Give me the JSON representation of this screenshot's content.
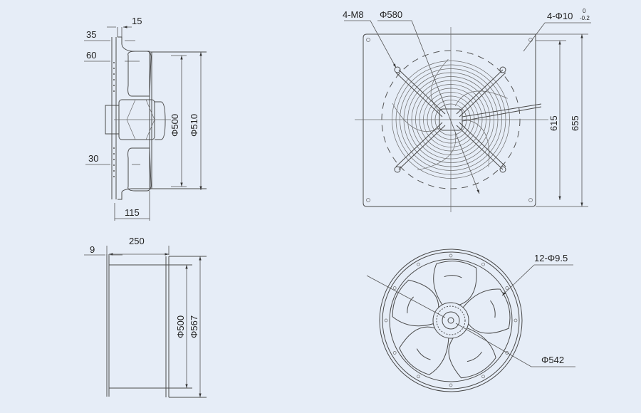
{
  "title": "Axial fan dimension drawing",
  "side_view": {
    "d15": "15",
    "d35": "35",
    "d60": "60",
    "d30": "30",
    "d115": "115",
    "phi500": "Φ500",
    "phi510": "Φ510"
  },
  "duct_view": {
    "d9": "9",
    "d250": "250",
    "phi500": "Φ500",
    "phi567": "Φ567"
  },
  "front_view": {
    "bolts": "4-M8",
    "phi580": "Φ580",
    "holes": "4-Φ10",
    "tol_upper": "0",
    "tol_lower": "-0.2",
    "d615": "615",
    "d655": "655"
  },
  "rear_view": {
    "holes": "12-Φ9.5",
    "phi542": "Φ542"
  },
  "colors": {
    "background": "#e6edf7",
    "line": "#4a4a4a"
  }
}
